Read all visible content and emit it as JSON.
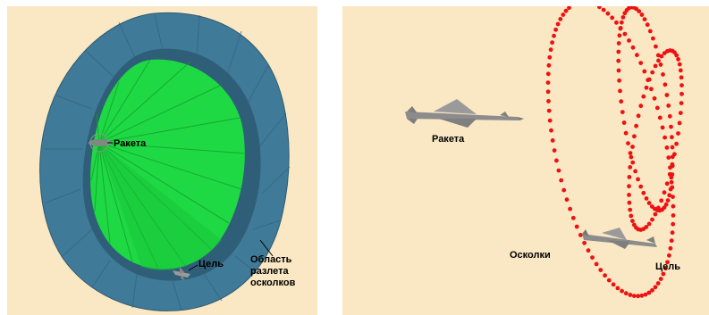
{
  "left_panel": {
    "labels": {
      "missile": "Ракета",
      "target": "Цель",
      "area_line1": "Область",
      "area_line2": "разлета",
      "area_line3": "осколков"
    },
    "colors": {
      "outer_cone": "#3e7896",
      "inner_cone": "#22e644",
      "background": "#fae7c3"
    }
  },
  "right_panel": {
    "labels": {
      "missile": "Ракета",
      "fragments": "Осколки",
      "target": "Цель"
    },
    "colors": {
      "fragments": "#ee1111",
      "background": "#fae7c3",
      "aircraft": "#8a8a8a"
    }
  }
}
